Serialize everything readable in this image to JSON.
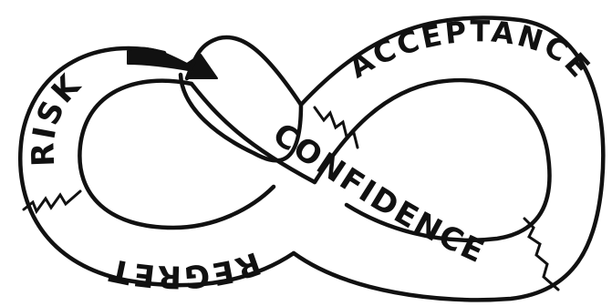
{
  "diagram": {
    "shape": "infinity-loop ribbon",
    "stroke_color": "#111111",
    "background_color": "#ffffff",
    "segments": [
      {
        "id": "risk",
        "label": "RISK"
      },
      {
        "id": "regret",
        "label": "REGRET"
      },
      {
        "id": "confidence",
        "label": "CONFIDENCE"
      },
      {
        "id": "acceptance",
        "label": "ACCEPTANCE"
      }
    ],
    "arrow_icon": "arrowhead-icon",
    "divider_icon": "torn-edge-divider"
  }
}
